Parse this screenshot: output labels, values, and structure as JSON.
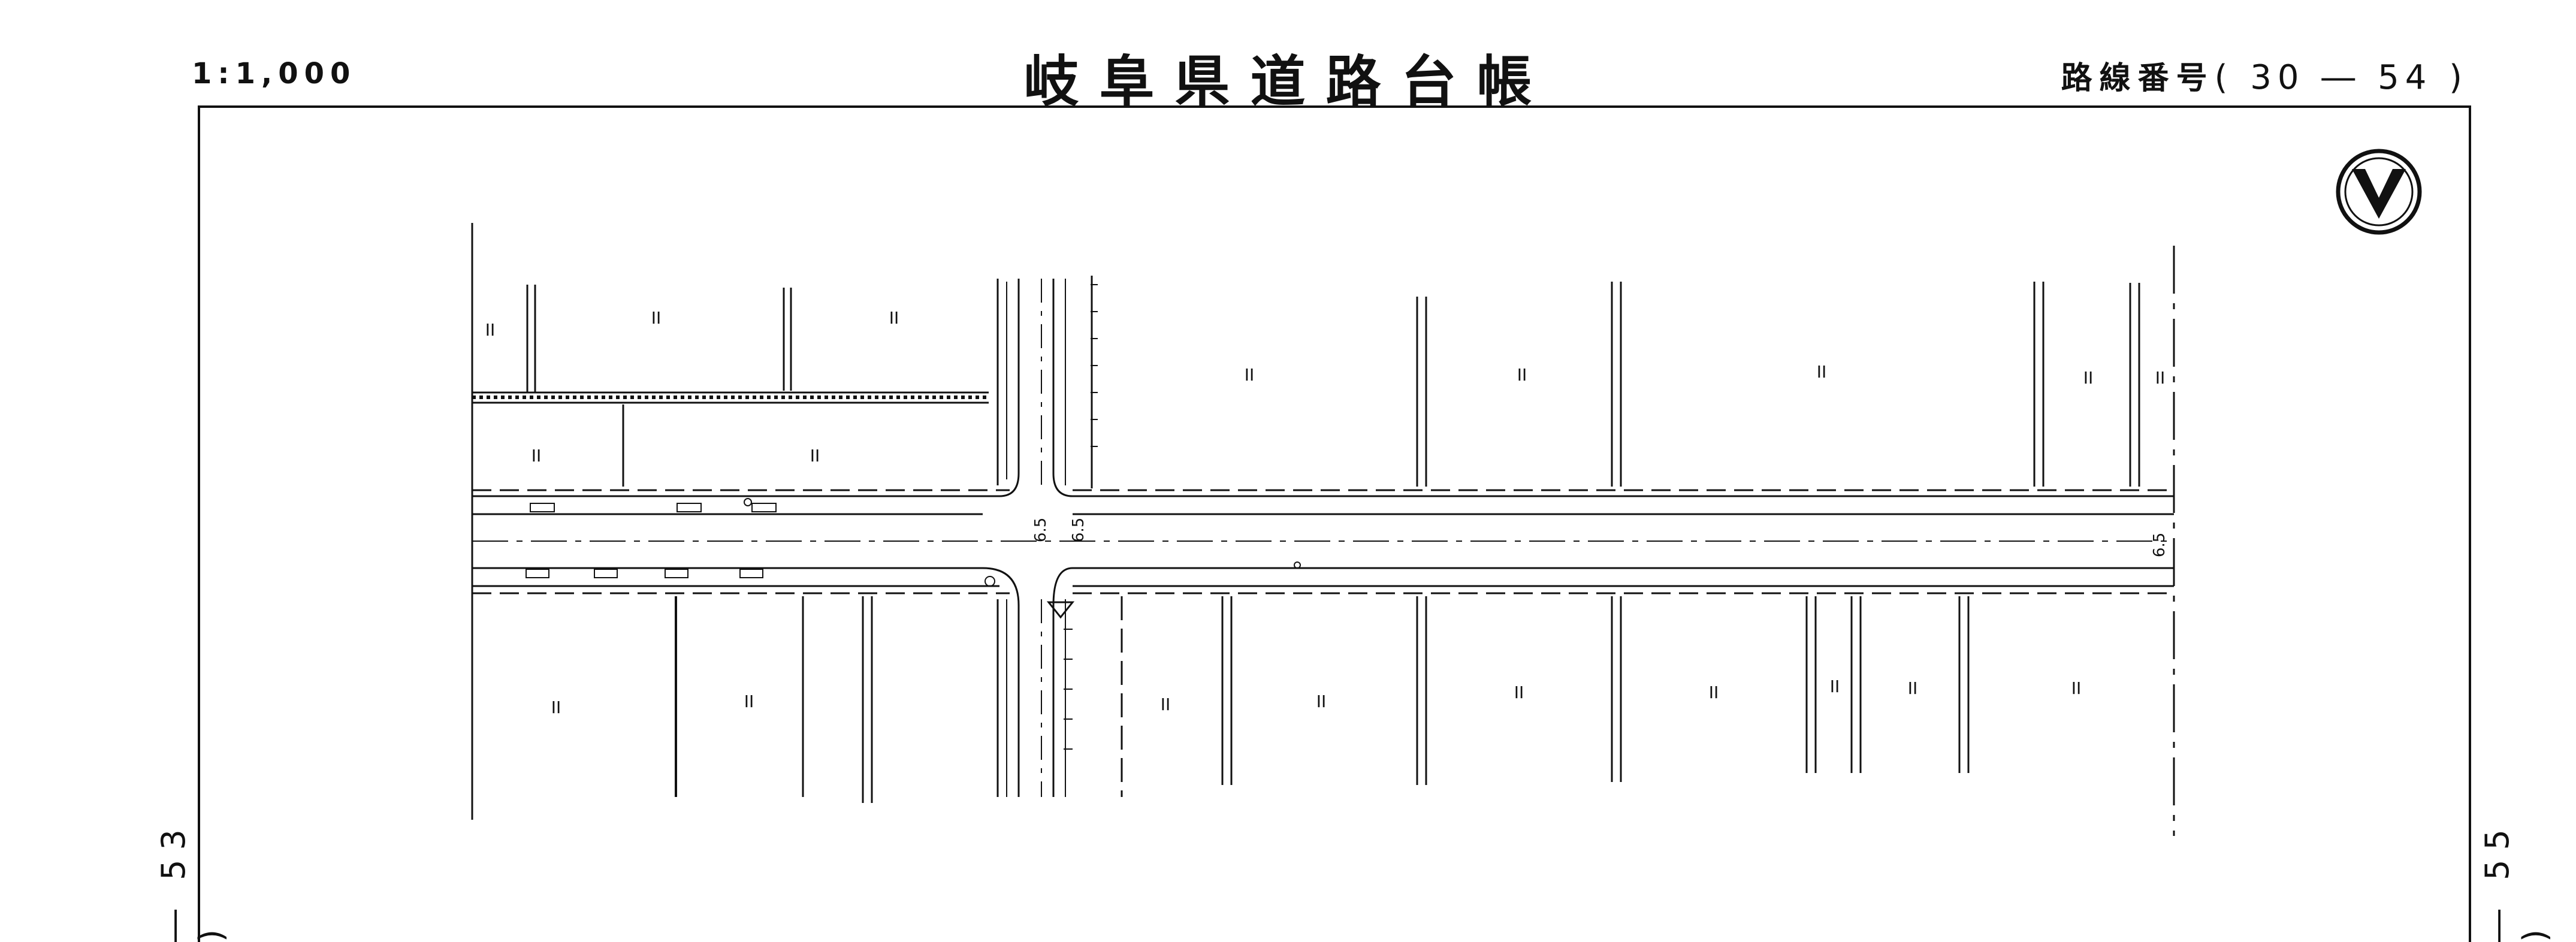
{
  "header": {
    "scale": "1:1,000",
    "title": "岐阜県道路台帳",
    "route_label": "路線番号",
    "route_number": "( 30 ― 54 )"
  },
  "adjacent_sheets": {
    "left": "― 53 )",
    "right": "― 55 )"
  },
  "map": {
    "parcel_mark": "II",
    "width_label": "6.5",
    "north_symbol": "north-arrow"
  }
}
